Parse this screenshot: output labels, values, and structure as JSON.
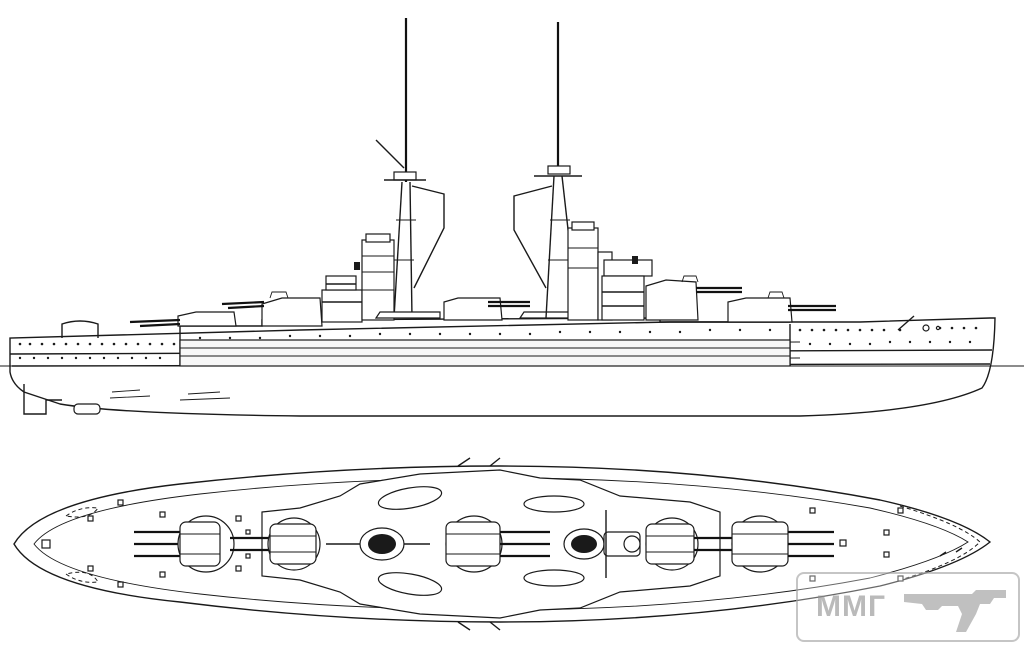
{
  "drawing": {
    "views": [
      "side-elevation",
      "plan-view"
    ],
    "line_color": "#1a1a1a",
    "background": "#ffffff"
  },
  "watermark": {
    "text": "ММГ",
    "icon": "rifle-icon",
    "color": "#8c8c8c"
  }
}
